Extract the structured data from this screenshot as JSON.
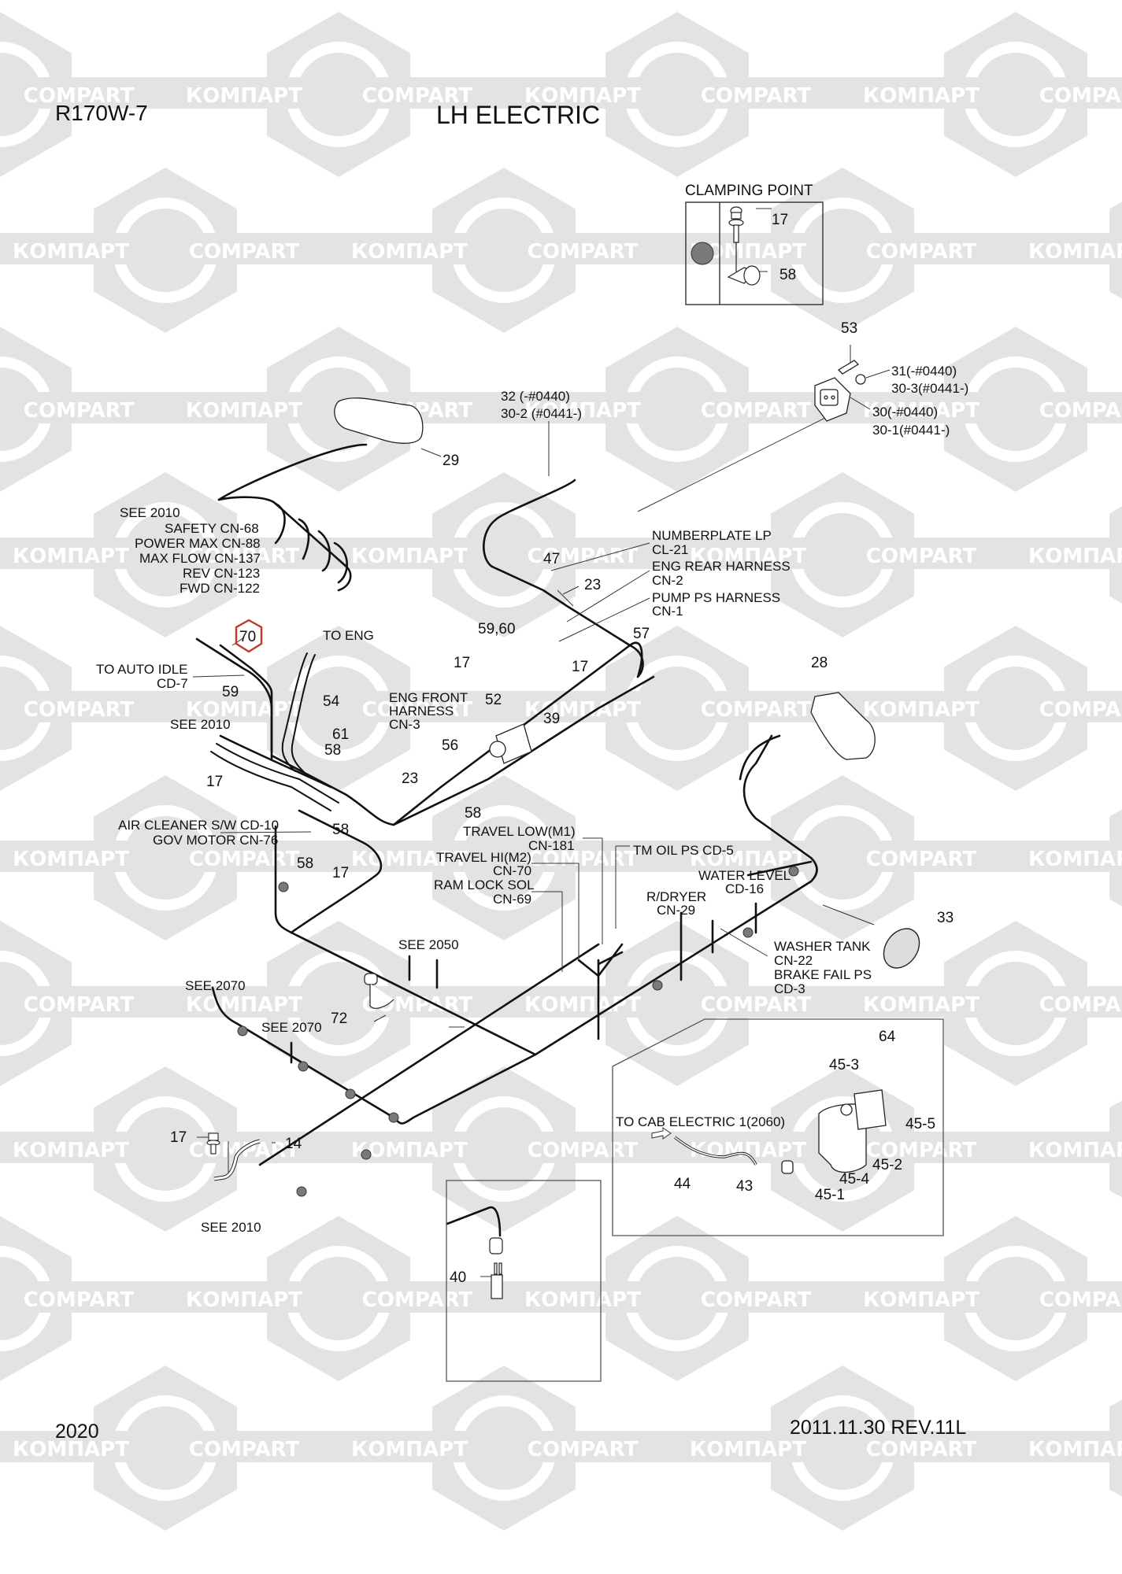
{
  "header": {
    "model": "R170W-7",
    "title": "LH ELECTRIC"
  },
  "footer": {
    "page_number": "2020",
    "revision": "2011.11.30  REV.11L"
  },
  "watermark": {
    "text_cyrillic": "КОМПАРТ",
    "text_latin": "COMPART",
    "color": "#e3e3e3"
  },
  "highlight": {
    "part": "70",
    "color": "#c0392b"
  },
  "clamping_point": {
    "title": "CLAMPING POINT",
    "parts": [
      "17",
      "58"
    ],
    "marker_color": "#7a7a7a"
  },
  "labels": {
    "p53": "53",
    "p31": "31(-#0440)",
    "p30_3": "30-3(#0441-)",
    "p30": "30(-#0440)",
    "p30_1": "30-1(#0441-)",
    "p32": "32 (-#0440)",
    "p30_2": "30-2 (#0441-)",
    "p29": "29",
    "see2010_a": "SEE 2010",
    "safety": "SAFETY CN-68",
    "power_max": "POWER MAX CN-88",
    "max_flow": "MAX FLOW CN-137",
    "rev": "REV CN-123",
    "fwd": "FWD CN-122",
    "numberplate_1": "NUMBERPLATE LP",
    "numberplate_2": "CL-21",
    "eng_rear_1": "ENG REAR HARNESS",
    "eng_rear_2": "CN-2",
    "pump_ps_1": "PUMP PS HARNESS",
    "pump_ps_2": "CN-1",
    "p47": "47",
    "p23a": "23",
    "p59_60": "59,60",
    "p57": "57",
    "p17a": "17",
    "p17b": "17",
    "p70": "70",
    "to_eng": "TO ENG",
    "auto_idle_1": "TO AUTO IDLE",
    "auto_idle_2": "CD-7",
    "p59": "59",
    "p54": "54",
    "see2010_b": "SEE 2010",
    "p61": "61",
    "p58a": "58",
    "p17c": "17",
    "eng_front_1": "ENG FRONT",
    "eng_front_2": "HARNESS",
    "eng_front_3": "CN-3",
    "p23b": "23",
    "p52": "52",
    "p39": "39",
    "p56": "56",
    "p58b": "58",
    "p28": "28",
    "air_cleaner": "AIR CLEANER S/W CD-10",
    "gov_motor": "GOV MOTOR CN-76",
    "p58c": "58",
    "p58d": "58",
    "p17d": "17",
    "travel_low_1": "TRAVEL LOW(M1)",
    "travel_low_2": "CN-181",
    "tm_oil": "TM OIL PS CD-5",
    "travel_hi_1": "TRAVEL HI(M2)",
    "travel_hi_2": "CN-70",
    "ram_lock_1": "RAM LOCK SOL",
    "ram_lock_2": "CN-69",
    "water_level_1": "WATER LEVEL",
    "water_level_2": "CD-16",
    "rdryer_1": "R/DRYER",
    "rdryer_2": "CN-29",
    "p33": "33",
    "washer_tank_1": "WASHER TANK",
    "washer_tank_2": "CN-22",
    "brake_fail_1": "BRAKE FAIL PS",
    "brake_fail_2": "CD-3",
    "see2050": "SEE 2050",
    "see2070_a": "SEE 2070",
    "see2070_b": "SEE 2070",
    "p72": "72",
    "p64": "64",
    "p45_3": "45-3",
    "p45_5": "45-5",
    "to_cab": "TO CAB ELECTRIC 1(2060)",
    "p45_2": "45-2",
    "p45_4": "45-4",
    "p44": "44",
    "p43": "43",
    "p45_1": "45-1",
    "p17e": "17",
    "p14": "14",
    "see2010_c": "SEE 2010",
    "p40": "40"
  }
}
